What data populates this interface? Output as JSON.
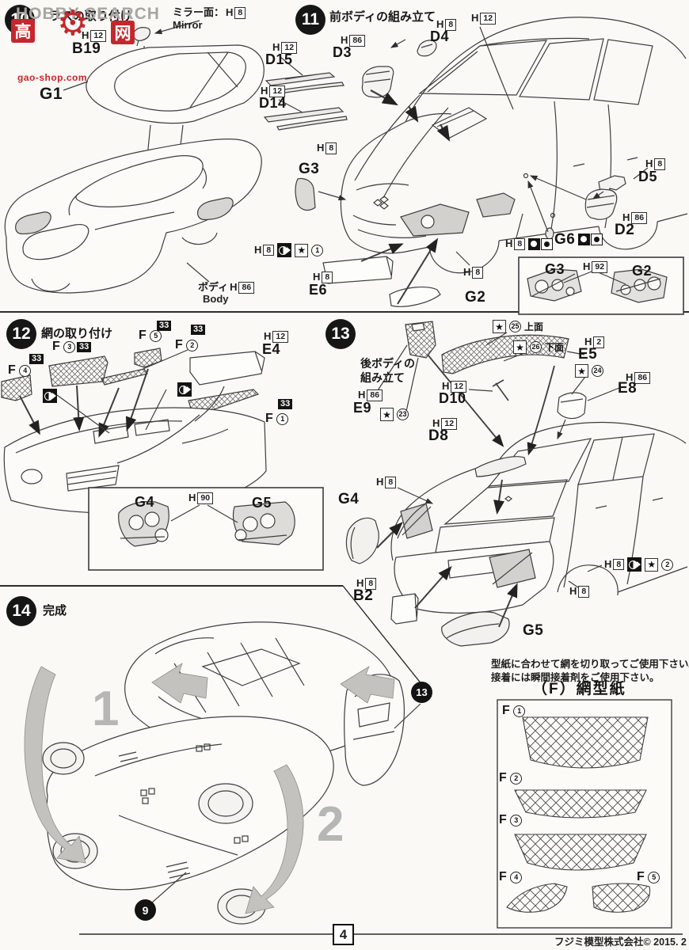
{
  "icons": {
    "h": "H",
    "star": "★",
    "gear": "⚙"
  },
  "watermark": {
    "search_text": "HOBBY SEARCH",
    "cn1": "高",
    "cn2": "网",
    "site": "gao-shop.com"
  },
  "s10": {
    "num": "10",
    "title": "ラスの取り付け",
    "mirror_jp": "ミラー面：",
    "mirror_code": "8",
    "mirror_en": "Mirror",
    "b19_code": "12",
    "b19": "B19",
    "g1": "G1",
    "body_jp": "ボディ",
    "body_code": "86",
    "body_en": "Body"
  },
  "s11": {
    "num": "11",
    "title": "前ボディの組み立て",
    "top_code": "12",
    "d4_code": "8",
    "d4": "D4",
    "d3_code": "86",
    "d3": "D3",
    "d15_code": "12",
    "d15": "D15",
    "d14_code": "12",
    "d14": "D14",
    "g3_code": "8",
    "g3": "G3",
    "row_code": "8",
    "row_circ": "1",
    "e6_code": "8",
    "e6": "E6",
    "bumper_code": "8",
    "g2": "G2",
    "d5_code": "8",
    "d5": "D5",
    "d2_code": "86",
    "d2": "D2",
    "g6": "G6",
    "door_code": "8",
    "inset_g3": "G3",
    "inset_code": "92",
    "inset_g2": "G2"
  },
  "s12": {
    "num": "12",
    "title": "網の取り付け",
    "tag": "33",
    "fp": "F",
    "f1": "1",
    "f2": "2",
    "f3": "3",
    "f4": "4",
    "f5": "5",
    "e4_code": "12",
    "e4": "E4"
  },
  "s13": {
    "num": "13",
    "title_l1": "後ボディの",
    "title_l2": "組み立て",
    "e9_code": "86",
    "e9": "E9",
    "c23": "23",
    "c24": "24",
    "c25": "25",
    "c26": "26",
    "top_face": "上面",
    "bottom_face": "下面",
    "e5_code": "2",
    "e5": "E5",
    "e8_code": "86",
    "e8": "E8",
    "d10_code": "12",
    "d10": "D10",
    "d8_code": "12",
    "d8": "D8",
    "roof_code": "8",
    "g4": "G4",
    "b2_code": "8",
    "b2": "B2",
    "g5": "G5",
    "arch_code": "8",
    "row_code": "8",
    "row_circ": "2",
    "inset_g4": "G4",
    "inset_code": "90",
    "inset_g5": "G5"
  },
  "s14": {
    "num": "14",
    "title": "完成",
    "seq1": "1",
    "seq2": "2",
    "ref13": "13",
    "ref9": "9"
  },
  "mesh_note": {
    "line1": "型紙に合わせて網を切り取ってご使用下さい。",
    "line2": "接着には瞬間接着剤をご使用下さい。",
    "title": "（F）網型紙"
  },
  "footer": {
    "company": "フジミ模型株式会社© 2015. 2",
    "page": "4"
  }
}
